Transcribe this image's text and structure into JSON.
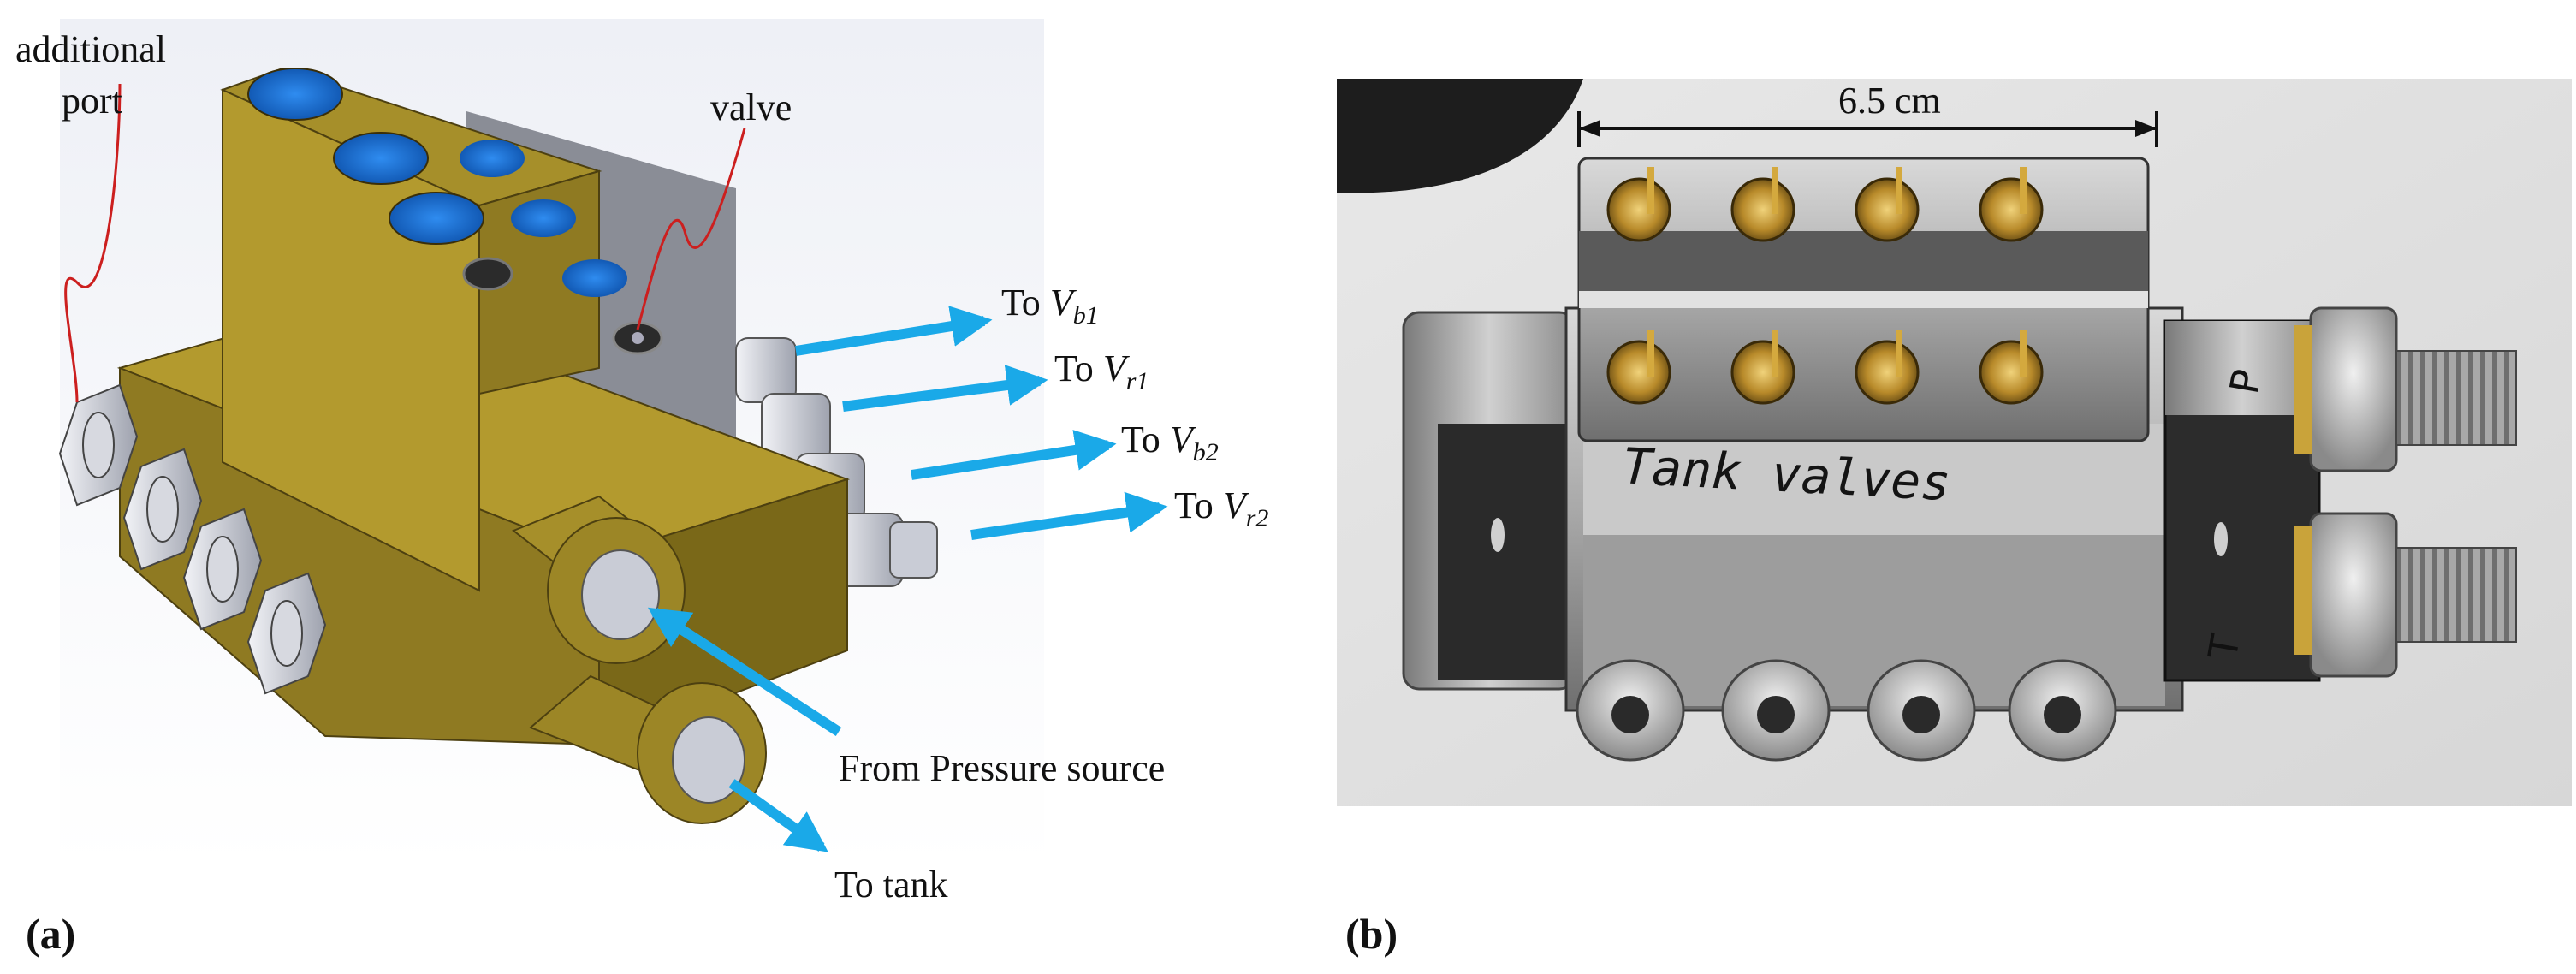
{
  "panel_a": {
    "label": "(a)",
    "annotations": {
      "additional_port_line1": "additional",
      "additional_port_line2": "port",
      "valve": "valve",
      "from_pressure": "From Pressure source",
      "to_tank": "To tank"
    },
    "outputs": [
      {
        "prefix": "To ",
        "var": "V",
        "sub": "b1"
      },
      {
        "prefix": "To ",
        "var": "V",
        "sub": "r1"
      },
      {
        "prefix": "To ",
        "var": "V",
        "sub": "b2"
      },
      {
        "prefix": "To ",
        "var": "V",
        "sub": "r2"
      }
    ],
    "colors": {
      "body": "#8f7a22",
      "body_light": "#b39a2e",
      "body_dark": "#6b5a16",
      "holes": "#1a6fd0",
      "arrows": "#1aa9e8",
      "leader_lines": "#cc1f1f",
      "fittings": "#c9ccd6"
    }
  },
  "panel_b": {
    "label": "(b)",
    "dimension": "6.5 cm",
    "handwriting": "Tank valves",
    "side_marks": [
      "T",
      "P"
    ]
  }
}
